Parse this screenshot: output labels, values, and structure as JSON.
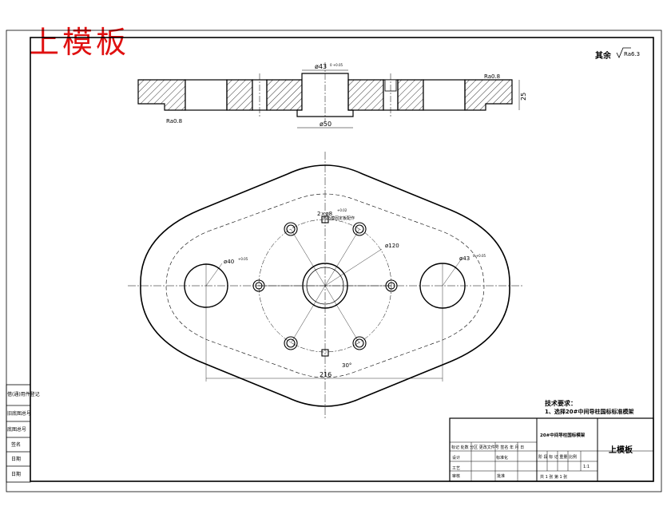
{
  "drawing": {
    "title_stamp": "上模板",
    "roughness_note": "其余",
    "roughness_value": "Ra6.3",
    "section_dims": {
      "bore_top": "ø43",
      "bore_top_tol": "0 +0.05",
      "bore_bottom": "ø50",
      "thickness": "25",
      "finish_left": "Ra0.8",
      "finish_right": "Ra0.8"
    },
    "plan_dims": {
      "hole_pattern": "2×ø8",
      "hole_pattern_tol": "+0.02",
      "hole_pattern_note": "与凸模固定板配作",
      "circle_dia": "ø120",
      "left_bore": "ø40",
      "left_bore_tol": "+0.05",
      "right_bore": "ø43",
      "right_bore_tol": "0 +0.05",
      "center_distance": "216",
      "angle": "30°"
    },
    "tech_req_title": "技术要求：",
    "tech_req_line": "1、选择20#中间导柱国标标准模架",
    "side_labels": [
      "借(通)用件登记",
      "旧底图总号",
      "底图总号",
      "签名",
      "日期",
      "日期"
    ],
    "title_block": {
      "part_name": "上模板",
      "spec": "20#中间导柱国标模架",
      "header_row": "标记 处数 分区 更改文件号 签名 年 月 日",
      "design": "设计",
      "standardize": "标准化",
      "check": "审核",
      "craft": "工艺",
      "approve": "批准",
      "stage_cols": "阶 段 标 记 重量 比例",
      "scale": "1:1",
      "sheets": "共 1 张   第 1 张"
    }
  }
}
